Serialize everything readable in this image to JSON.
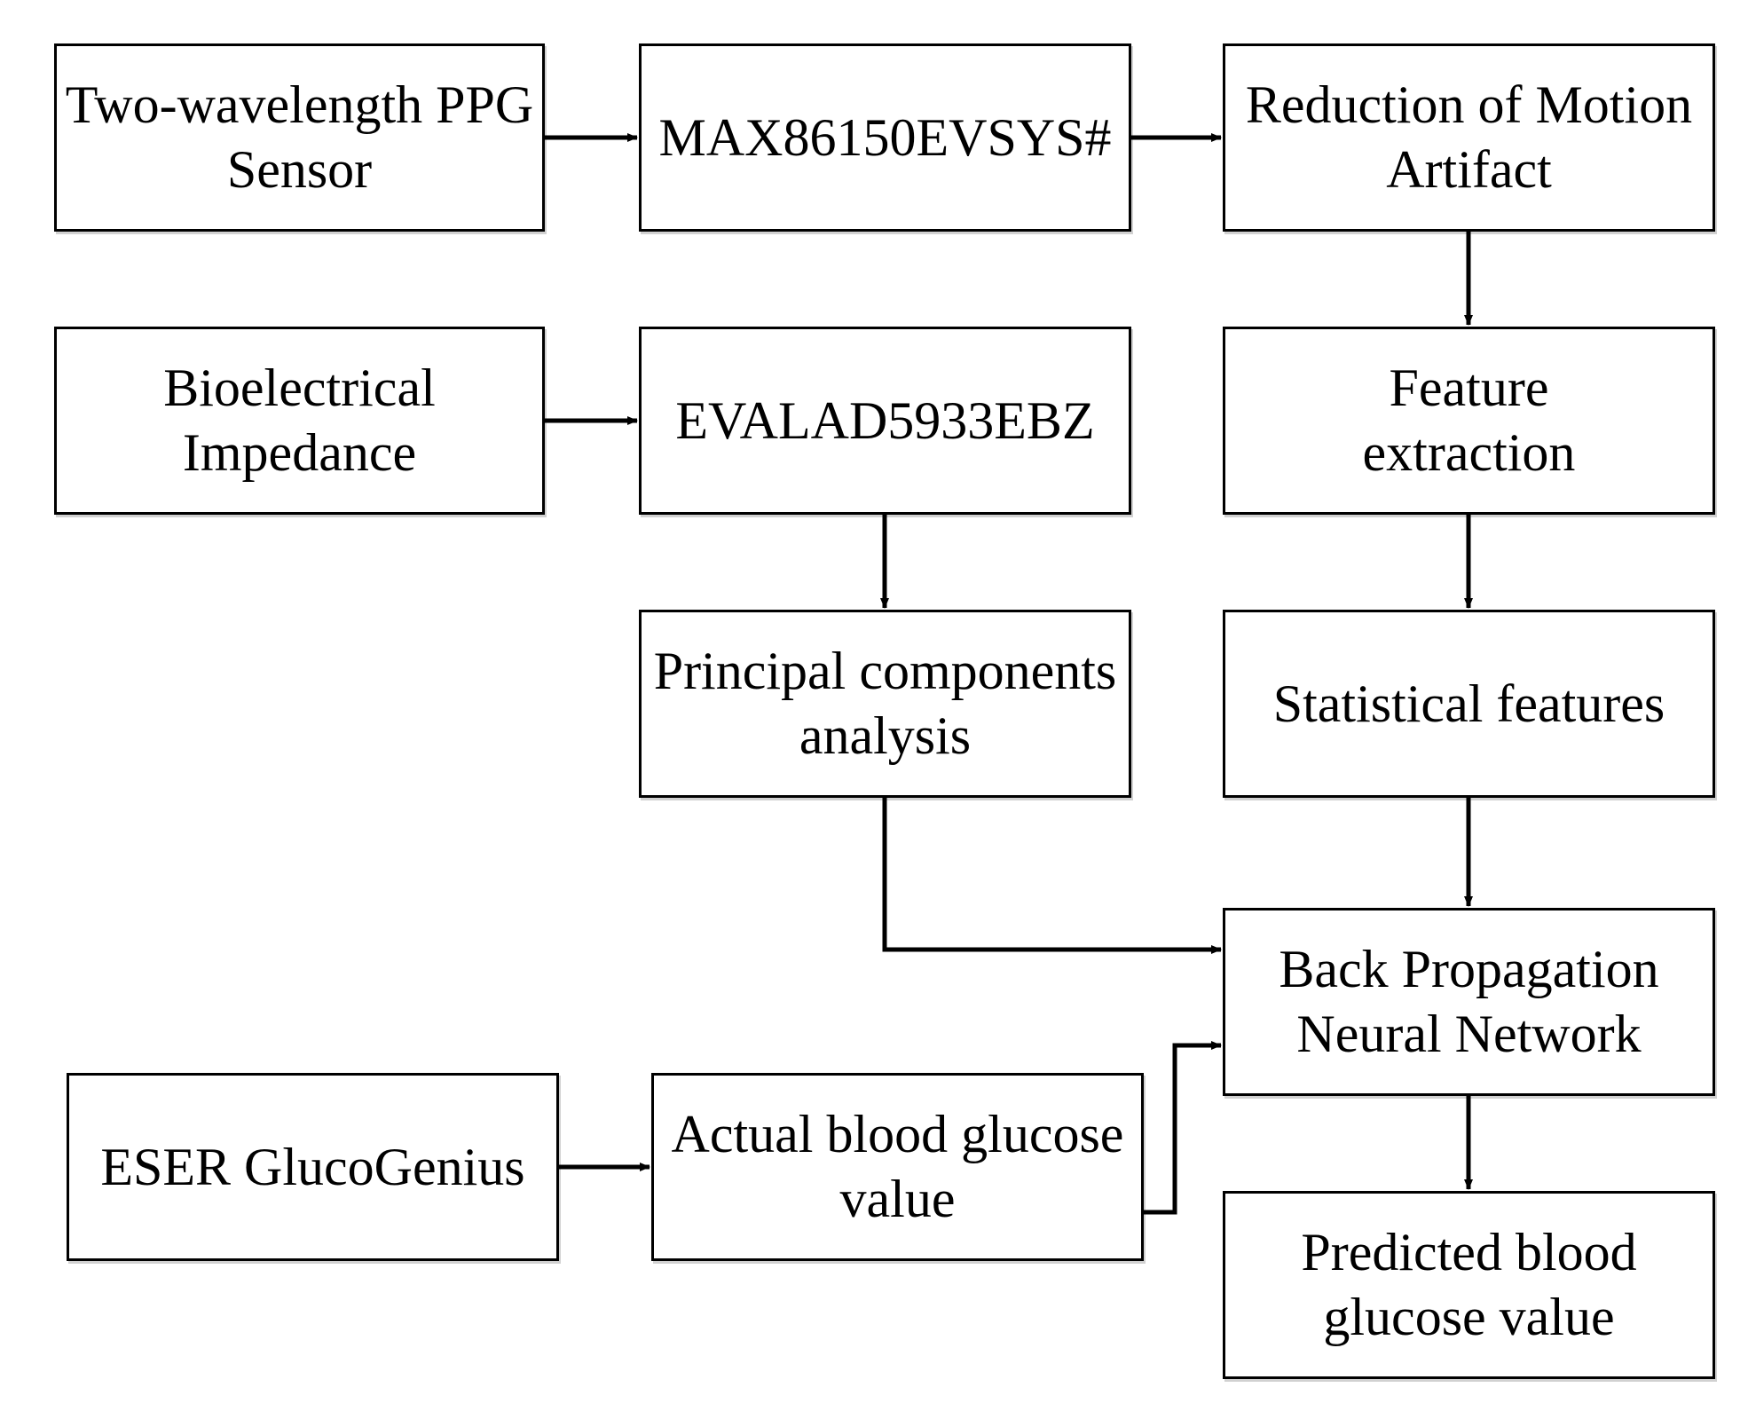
{
  "colors": {
    "stroke": "#000000",
    "background": "#ffffff"
  },
  "nodes": [
    {
      "id": "ppg-sensor",
      "lines": [
        "Two-wavelength PPG",
        "Sensor"
      ]
    },
    {
      "id": "max86150",
      "lines": [
        "MAX86150EVSYS#"
      ]
    },
    {
      "id": "motion-artifact",
      "lines": [
        "Reduction of Motion",
        "Artifact"
      ]
    },
    {
      "id": "bioelectrical",
      "lines": [
        "Bioelectrical",
        "Impedance"
      ]
    },
    {
      "id": "evalad5933",
      "lines": [
        "EVALAD5933EBZ"
      ]
    },
    {
      "id": "feature-extraction",
      "lines": [
        "Feature",
        "extraction"
      ]
    },
    {
      "id": "pca",
      "lines": [
        "Principal components",
        "analysis"
      ]
    },
    {
      "id": "statistical-features",
      "lines": [
        "Statistical features"
      ]
    },
    {
      "id": "bpnn",
      "lines": [
        "Back Propagation",
        "Neural Network"
      ]
    },
    {
      "id": "eser",
      "lines": [
        "ESER GlucoGenius"
      ]
    },
    {
      "id": "actual-glucose",
      "lines": [
        "Actual blood glucose",
        "value"
      ]
    },
    {
      "id": "predicted-glucose",
      "lines": [
        "Predicted blood",
        "glucose value"
      ]
    }
  ],
  "edges": [
    {
      "from": "ppg-sensor",
      "to": "max86150"
    },
    {
      "from": "max86150",
      "to": "motion-artifact"
    },
    {
      "from": "motion-artifact",
      "to": "feature-extraction"
    },
    {
      "from": "bioelectrical",
      "to": "evalad5933"
    },
    {
      "from": "evalad5933",
      "to": "pca"
    },
    {
      "from": "feature-extraction",
      "to": "statistical-features"
    },
    {
      "from": "statistical-features",
      "to": "bpnn"
    },
    {
      "from": "pca",
      "to": "bpnn"
    },
    {
      "from": "eser",
      "to": "actual-glucose"
    },
    {
      "from": "actual-glucose",
      "to": "bpnn"
    },
    {
      "from": "bpnn",
      "to": "predicted-glucose"
    }
  ]
}
